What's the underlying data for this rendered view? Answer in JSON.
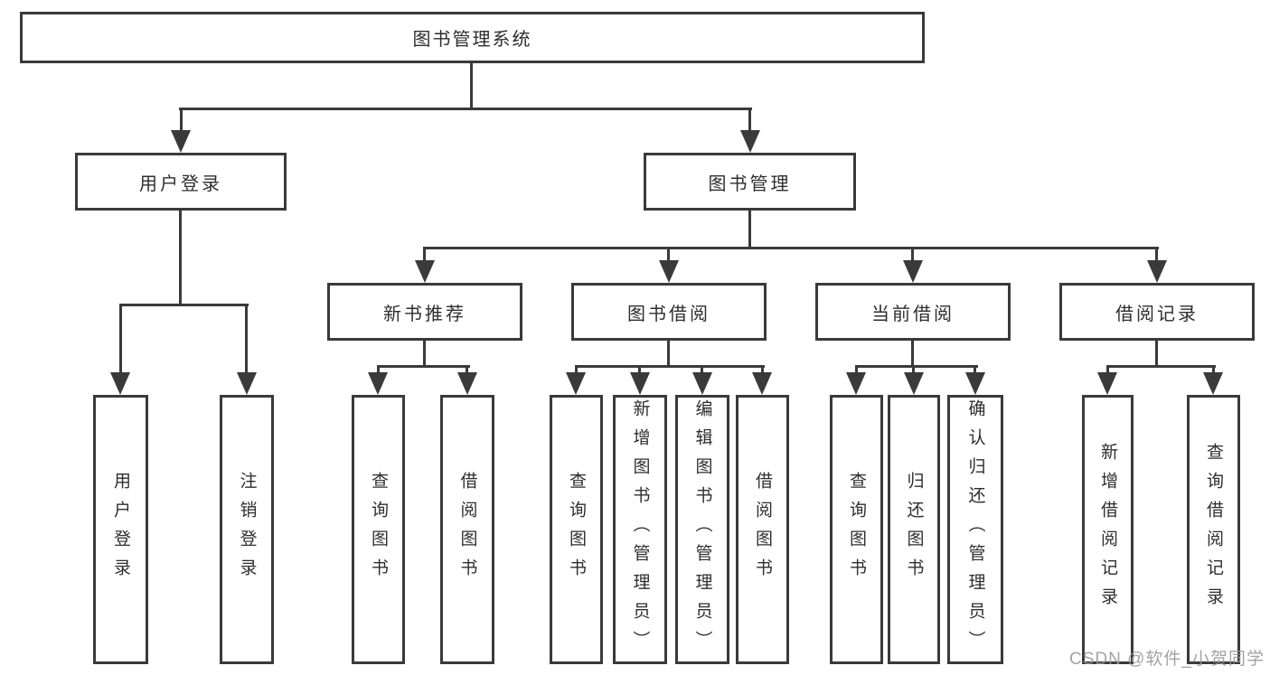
{
  "diagram": {
    "type": "hierarchy-tree",
    "colors": {
      "line": "#3a3a3a",
      "box_border": "#3a3a3a",
      "text": "#2e2e2e",
      "background": "#ffffff",
      "watermark": "#969696"
    },
    "tree": {
      "label": "图书管理系统",
      "children": [
        {
          "label": "用户登录",
          "children": [
            {
              "label": "用户登录"
            },
            {
              "label": "注销登录"
            }
          ]
        },
        {
          "label": "图书管理",
          "children": [
            {
              "label": "新书推荐",
              "children": [
                {
                  "label": "查询图书"
                },
                {
                  "label": "借阅图书"
                }
              ]
            },
            {
              "label": "图书借阅",
              "children": [
                {
                  "label": "查询图书"
                },
                {
                  "label": "新增图书（管理员）"
                },
                {
                  "label": "编辑图书（管理员）"
                },
                {
                  "label": "借阅图书"
                }
              ]
            },
            {
              "label": "当前借阅",
              "children": [
                {
                  "label": "查询图书"
                },
                {
                  "label": "归还图书"
                },
                {
                  "label": "确认归还（管理员）"
                }
              ]
            },
            {
              "label": "借阅记录",
              "children": [
                {
                  "label": "新增借阅记录"
                },
                {
                  "label": "查询借阅记录"
                }
              ]
            }
          ]
        }
      ]
    }
  },
  "watermark": {
    "text": "CSDN @软件_小贺同学"
  }
}
